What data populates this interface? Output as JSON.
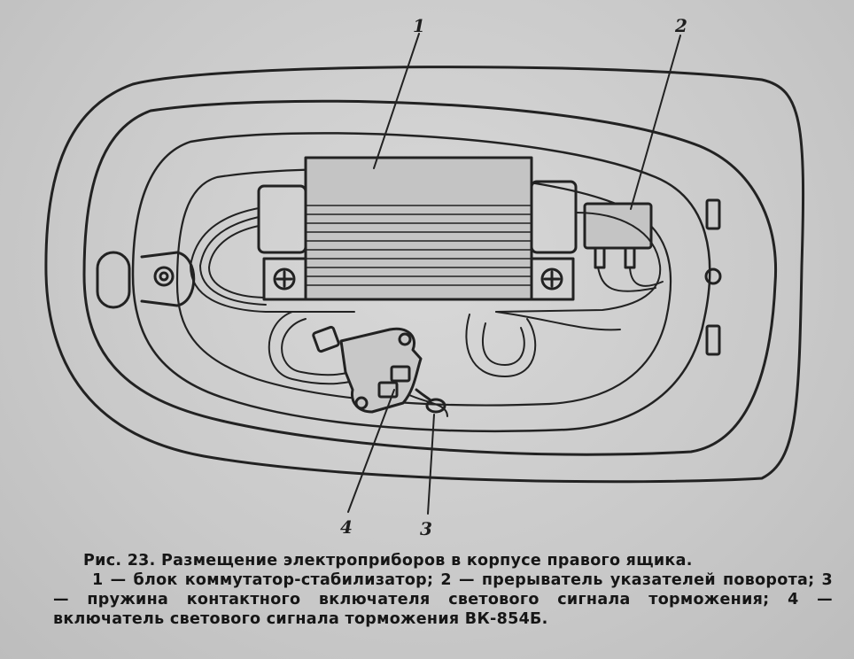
{
  "callouts": [
    {
      "id": "1",
      "label": "1"
    },
    {
      "id": "2",
      "label": "2"
    },
    {
      "id": "3",
      "label": "3"
    },
    {
      "id": "4",
      "label": "4"
    }
  ],
  "caption": {
    "title": "Рис. 23. Размещение электроприборов в корпусе правого ящика.",
    "legend": "1 — блок коммутатор-стабилизатор; 2 — прерыватель указателей поворота; 3 — пружина контактного включателя светового сигнала торможения; 4 — включатель светового сигнала торможения ВК-854Б."
  },
  "colors": {
    "paper": "#cfcfcf",
    "ink": "#1a1a1a"
  }
}
